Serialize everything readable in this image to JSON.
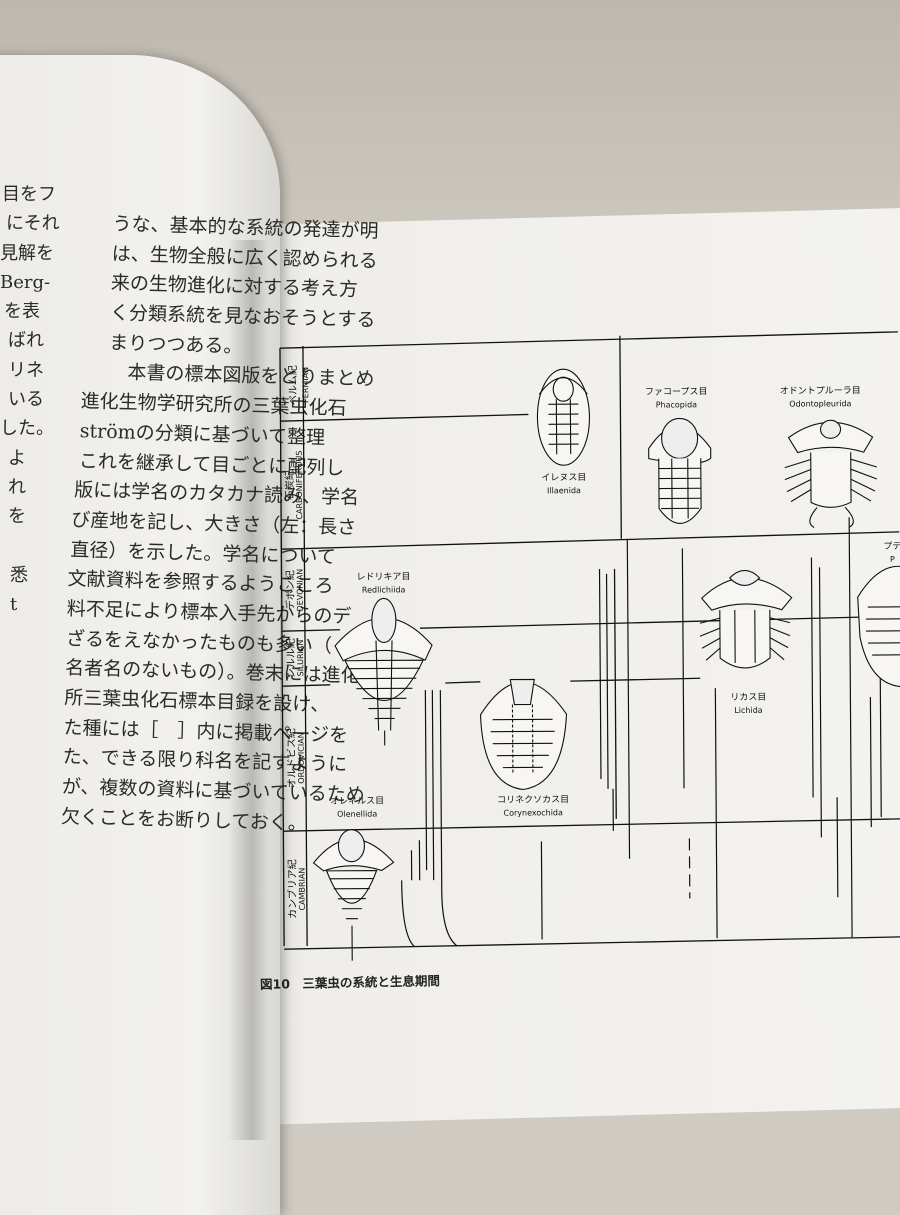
{
  "left_column_fragments": [
    "目をフ",
    "にそれ",
    "見解を",
    "Berg-",
    "を表",
    "ばれ",
    "リネ",
    "いる",
    "した。",
    "よ",
    "れ",
    "を",
    "",
    "悉",
    "t"
  ],
  "main_text_lines": [
    "うな、基本的な系統の発達が明",
    "は、生物全般に広く認められる",
    "来の生物進化に対する考え方",
    "く分類系統を見なおそうとする",
    "まりつつある。",
    "　本書の標本図版をとりまとめ",
    "進化生物学研究所の三葉虫化石",
    "strömの分類に基づいて整理",
    "これを継承して目ごとに配列し",
    "版には学名のカタカナ読み、学名",
    "び産地を記し、大きさ（左：長さ",
    "直径）を示した。学名について",
    "文献資料を参照するようこころ",
    "料不足により標本入手先からのデ",
    "ざるをえなかったものも多い（",
    "名者名のないもの）。巻末には進化",
    "所三葉虫化石標本目録を設け、",
    "た種には［　］内に掲載ページを",
    "た、できる限り科名を記すように",
    "が、複数の資料に基づいているため",
    "欠くことをお断りしておく。"
  ],
  "figure": {
    "caption": "図10　三葉虫の系統と生息期間",
    "periods": [
      {
        "ja": "ペルム紀",
        "en": "PERMIAN"
      },
      {
        "ja": "石炭紀",
        "en": "CARBONIFEROUS"
      },
      {
        "ja": "デボン紀",
        "en": "DEVONIAN"
      },
      {
        "ja": "シルル紀",
        "en": "SILURIAN"
      },
      {
        "ja": "オルドビス紀",
        "en": "ORDOVICIAN"
      },
      {
        "ja": "カンブリア紀",
        "en": "CAMBRIAN"
      }
    ],
    "orders": [
      {
        "ja": "イレヌス目",
        "en": "Illaenida"
      },
      {
        "ja": "ファコープス目",
        "en": "Phacopida"
      },
      {
        "ja": "オドントプルーラ目",
        "en": "Odontopleurida"
      },
      {
        "ja": "レドリキア目",
        "en": "Redlichiida"
      },
      {
        "ja": "リカス目",
        "en": "Lichida"
      },
      {
        "ja": "コリネクソカス目",
        "en": "Corynexochida"
      },
      {
        "ja": "オレネルス目",
        "en": "Olenellida"
      },
      {
        "ja": "プテ",
        "en": "P"
      }
    ]
  }
}
